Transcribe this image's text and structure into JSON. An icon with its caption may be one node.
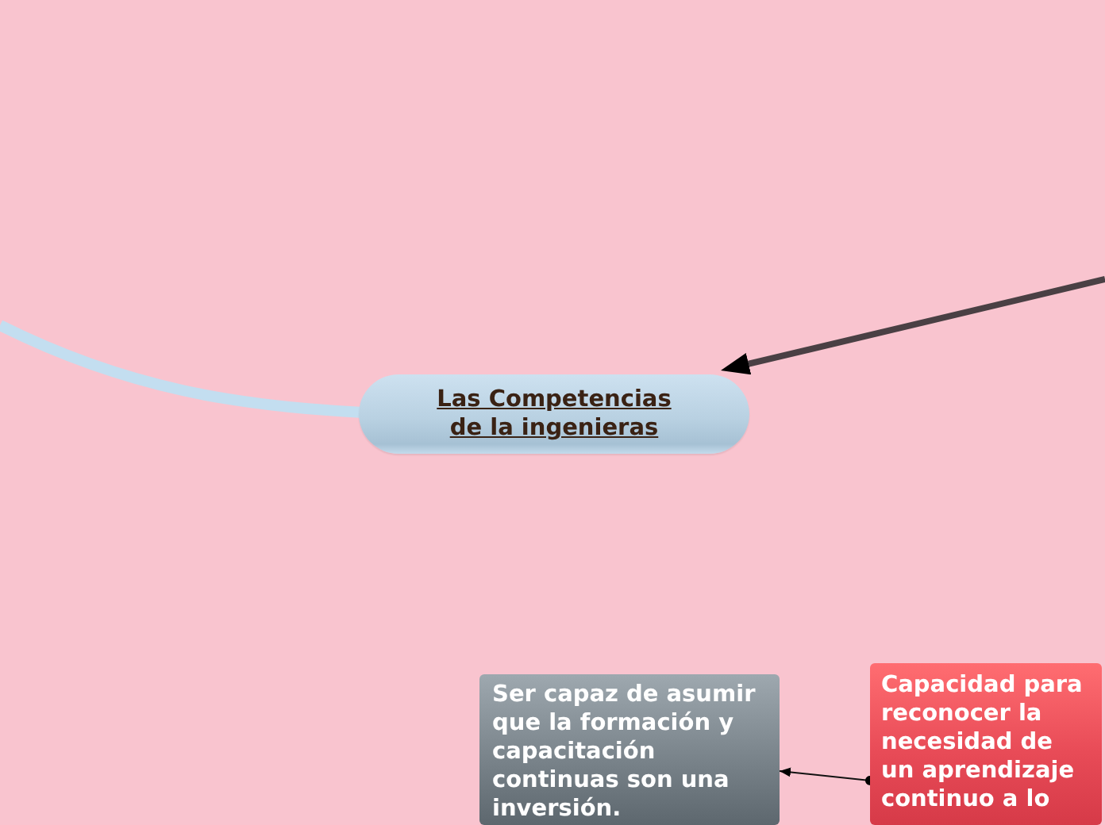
{
  "diagram": {
    "nodes": [
      {
        "text": [
          "Las Competencias de la ingenieras"
        ]
      },
      {
        "text": [
          "Ser capaz de asumir que la formación y capacitación continuas son una inversión."
        ]
      },
      {
        "text": [
          "Capacidad para reconocer la necesidad de un aprendizaje continuo a lo"
        ]
      }
    ],
    "edges": [
      {
        "from": 0,
        "to": null,
        "arrow": "none",
        "color": "#c3def0"
      },
      {
        "from": null,
        "to": 0,
        "arrow": "to",
        "color": "#4a4044"
      },
      {
        "from": 2,
        "to": 1,
        "arrow": "to",
        "color": "#111111"
      }
    ]
  }
}
